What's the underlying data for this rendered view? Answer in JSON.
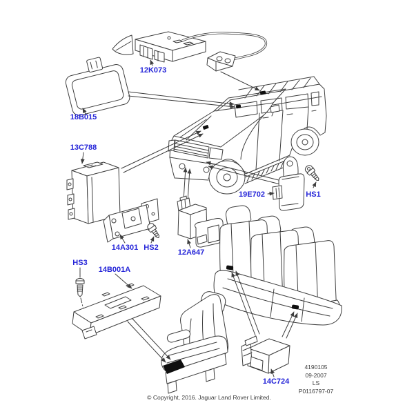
{
  "colors": {
    "background": "#ffffff",
    "label": "#2424d8",
    "line": "#3d3d3d",
    "solid": "#0f0f0f",
    "text": "#3d3d3d"
  },
  "part_labels": [
    "12K073",
    "18B015",
    "13C788",
    "14A301",
    "HS2",
    "12A647",
    "19E702",
    "HS1",
    "HS3",
    "14B001A",
    "14C724"
  ],
  "info_block": {
    "lines": [
      "4190105",
      "09-2007",
      "LS",
      "P0116797-07"
    ]
  },
  "footer": {
    "copyright": "© Copyright, 2016. Jaguar Land Rover Limited."
  }
}
